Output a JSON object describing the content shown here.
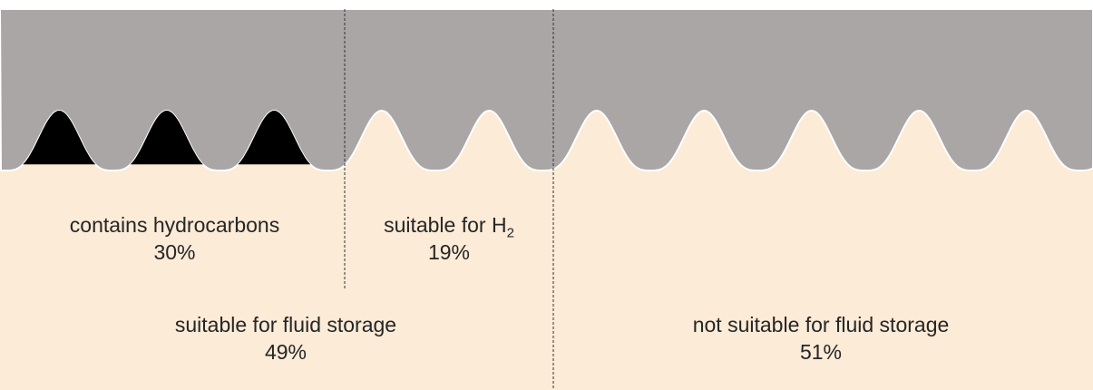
{
  "colors": {
    "background_sand": "#fbebd7",
    "caprock_gray": "#aaa6a6",
    "hydrocarbon_fill": "#000000",
    "divider_line": "#333333",
    "text": "#262626"
  },
  "labels": {
    "hydrocarbons": {
      "text": "contains hydrocarbons",
      "percent": "30%"
    },
    "h2": {
      "text": "suitable for H",
      "subscript": "2",
      "percent": "19%"
    },
    "fluid_storage": {
      "text": "suitable for fluid storage",
      "percent": "49%"
    },
    "not_fluid_storage": {
      "text": "not suitable for fluid storage",
      "percent": "51%"
    }
  }
}
